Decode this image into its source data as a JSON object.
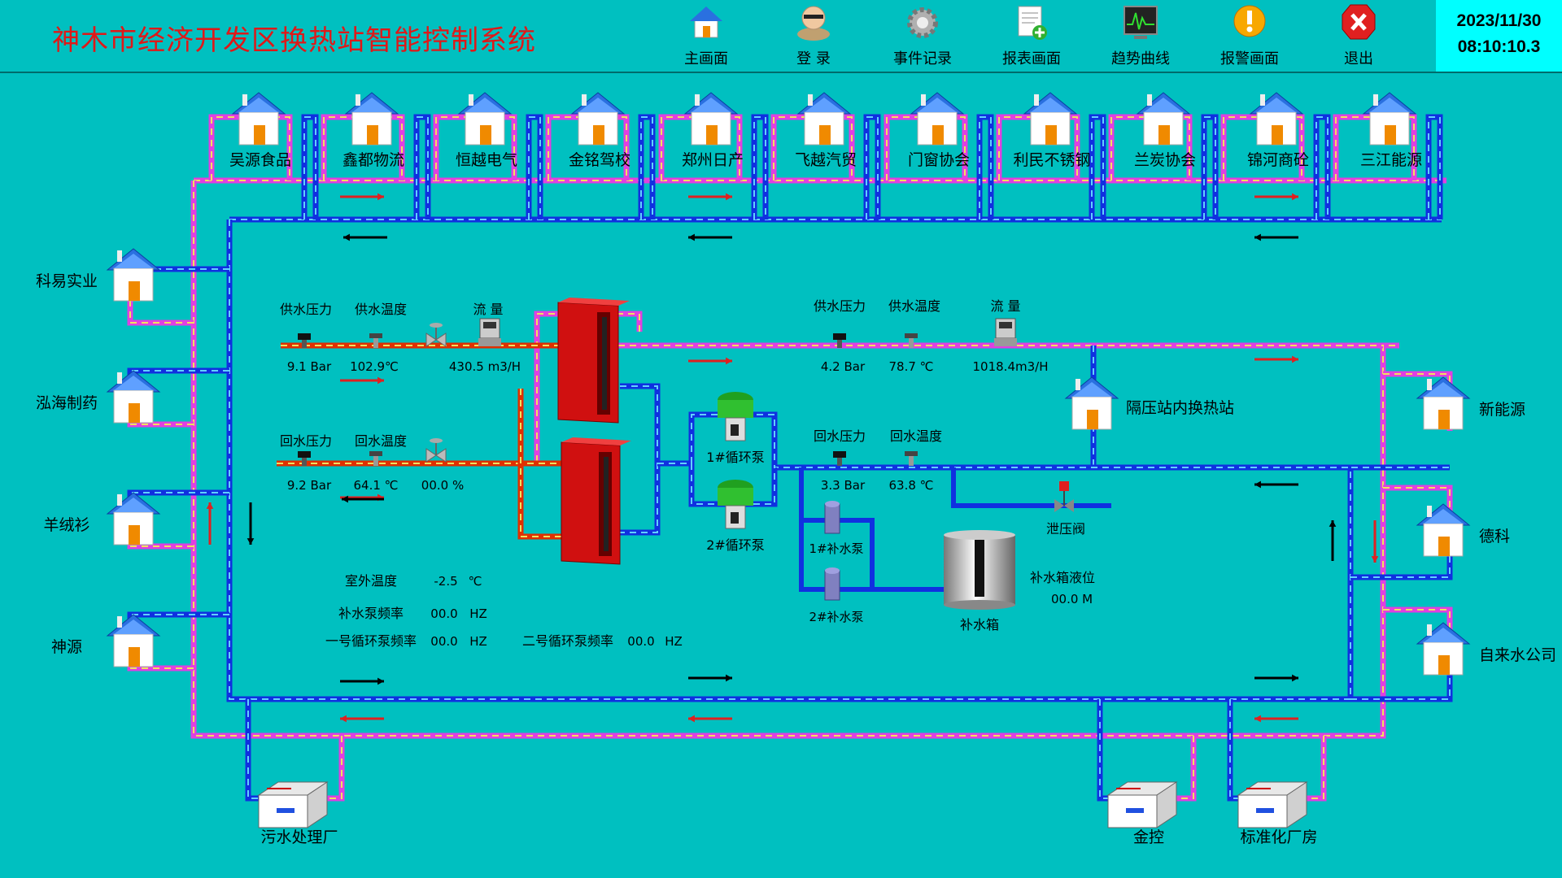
{
  "header": {
    "title": "神木市经济开发区换热站智能控制系统",
    "nav": [
      {
        "label": "主画面",
        "icon": "home-icon"
      },
      {
        "label": "登  录",
        "icon": "user-login-icon"
      },
      {
        "label": "事件记录",
        "icon": "gear-icon"
      },
      {
        "label": "报表画面",
        "icon": "report-add-icon"
      },
      {
        "label": "趋势曲线",
        "icon": "trend-monitor-icon"
      },
      {
        "label": "报警画面",
        "icon": "alarm-warning-icon"
      },
      {
        "label": "退出",
        "icon": "exit-close-icon"
      }
    ],
    "date": "2023/11/30",
    "time": "08:10:10.3"
  },
  "consumers_top": [
    "吴源食品",
    "鑫都物流",
    "恒越电气",
    "金铭驾校",
    "郑州日产",
    "飞越汽贸",
    "门窗协会",
    "利民不锈钢",
    "兰炭协会",
    "锦河商砼",
    "三江能源"
  ],
  "consumers_left": [
    "科易实业",
    "泓海制药",
    "羊绒衫",
    "神源"
  ],
  "consumers_right": [
    "新能源",
    "德科",
    "自来水公司"
  ],
  "consumers_bottom": [
    "污水处理厂",
    "金控",
    "标准化厂房"
  ],
  "primary": {
    "supply_pressure_label": "供水压力",
    "supply_pressure": "9.1 Bar",
    "supply_temp_label": "供水温度",
    "supply_temp": "102.9℃",
    "flow_label": "流 量",
    "flow": "430.5 m3/H",
    "return_pressure_label": "回水压力",
    "return_pressure": "9.2 Bar",
    "return_temp_label": "回水温度",
    "return_temp": "64.1 ℃",
    "valve_open": "00.0  %"
  },
  "secondary": {
    "supply_pressure_label": "供水压力",
    "supply_pressure": "4.2 Bar",
    "supply_temp_label": "供水温度",
    "supply_temp": "78.7 ℃",
    "flow_label": "流 量",
    "flow": "1018.4m3/H",
    "return_pressure_label": "回水压力",
    "return_pressure": "3.3 Bar",
    "return_temp_label": "回水温度",
    "return_temp": "63.8 ℃"
  },
  "equipment": {
    "pump1": "1#循环泵",
    "pump2": "2#循环泵",
    "makeup1": "1#补水泵",
    "makeup2": "2#补水泵",
    "relief_valve": "泄压阀",
    "tank": "补水箱",
    "tank_level_label": "补水箱液位",
    "tank_level": "00.0    M",
    "station": "隔压站内换热站"
  },
  "status": {
    "outdoor_temp_label": "室外温度",
    "outdoor_temp": "-2.5",
    "outdoor_temp_unit": "℃",
    "makeup_freq_label": "补水泵频率",
    "makeup_freq": "00.0",
    "makeup_freq_unit": "HZ",
    "pump1_freq_label": "一号循环泵频率",
    "pump1_freq": "00.0",
    "pump1_freq_unit": "HZ",
    "pump2_freq_label": "二号循环泵频率",
    "pump2_freq": "00.0",
    "pump2_freq_unit": "HZ"
  },
  "colors": {
    "background": "#00c0c0",
    "title": "#e01818",
    "supply_pipe": "#e040e0",
    "return_pipe": "#1030e0",
    "primary_pipe": "#e03000",
    "hx": "#cc1010"
  }
}
